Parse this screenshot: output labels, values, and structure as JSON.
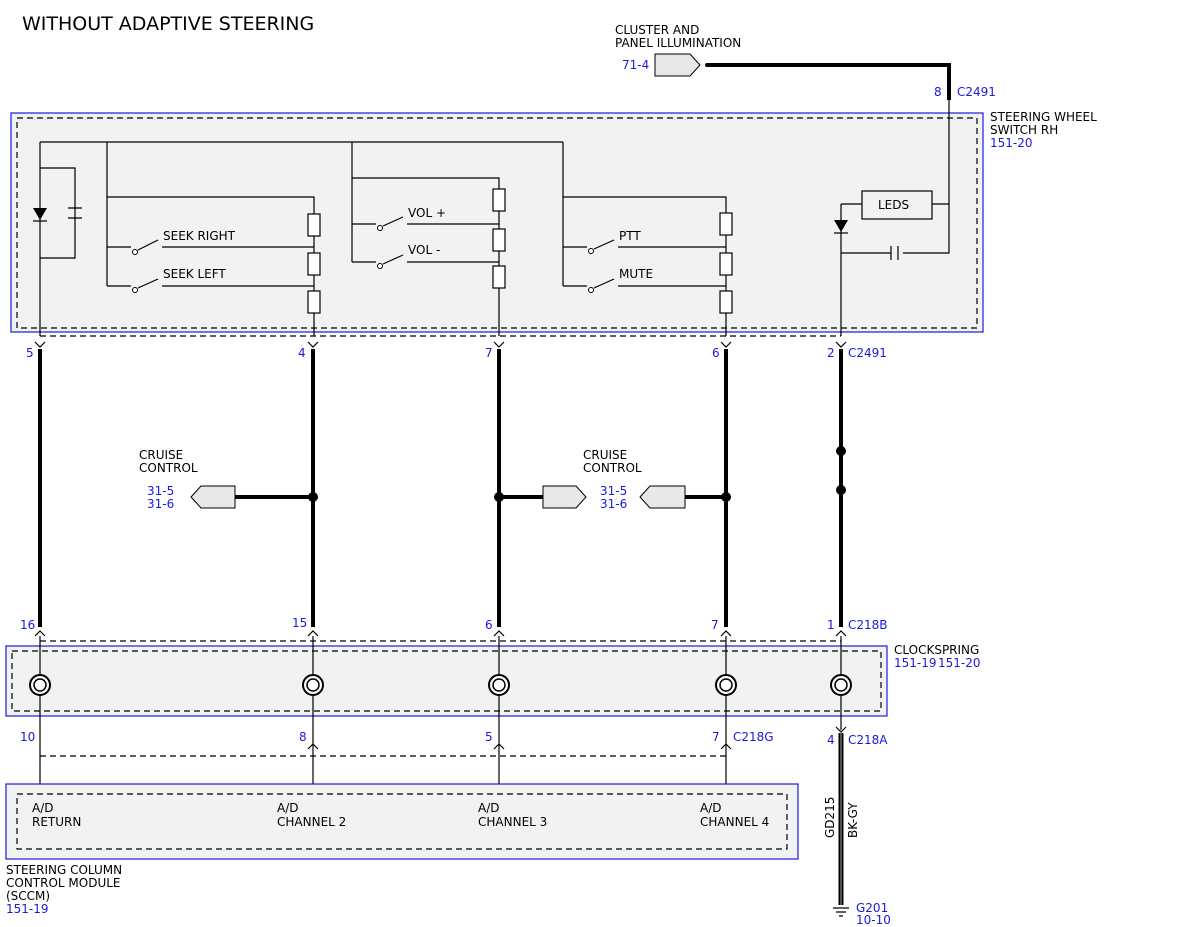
{
  "title": "WITHOUT ADAPTIVE STEERING",
  "illumination": {
    "line1": "CLUSTER AND",
    "line2": "PANEL ILLUMINATION",
    "ref": "71-4"
  },
  "swrh": {
    "line1": "STEERING WHEEL",
    "line2": "SWITCH RH",
    "ref": "151-20",
    "connector": "C2491",
    "pin_top": "8",
    "pins": [
      "5",
      "4",
      "7",
      "6",
      "2"
    ],
    "switches": [
      "SEEK RIGHT",
      "SEEK LEFT",
      "VOL +",
      "VOL -",
      "PTT",
      "MUTE"
    ],
    "leds": "LEDS"
  },
  "cruise": {
    "line1": "CRUISE",
    "line2": "CONTROL",
    "ref1": "31-5",
    "ref2": "31-6"
  },
  "clockspring": {
    "label": "CLOCKSPRING",
    "ref1": "151-19",
    "ref2": "151-20",
    "top_connector": "C218B",
    "top_pins": [
      "16",
      "15",
      "6",
      "7",
      "1"
    ],
    "bottom_pins": [
      "10",
      "8",
      "5",
      "7"
    ],
    "bottom_connector": "C218G",
    "ground_pin": "4",
    "ground_connector": "C218A"
  },
  "ground": {
    "circuit": "GD215",
    "color": "BK-GY",
    "id": "G201",
    "ref": "10-10"
  },
  "sccm": {
    "line1": "STEERING COLUMN",
    "line2": "CONTROL MODULE",
    "line3": "(SCCM)",
    "ref": "151-19",
    "channels": [
      {
        "l1": "A/D",
        "l2": "RETURN"
      },
      {
        "l1": "A/D",
        "l2": "CHANNEL 2"
      },
      {
        "l1": "A/D",
        "l2": "CHANNEL 3"
      },
      {
        "l1": "A/D",
        "l2": "CHANNEL 4"
      }
    ]
  }
}
